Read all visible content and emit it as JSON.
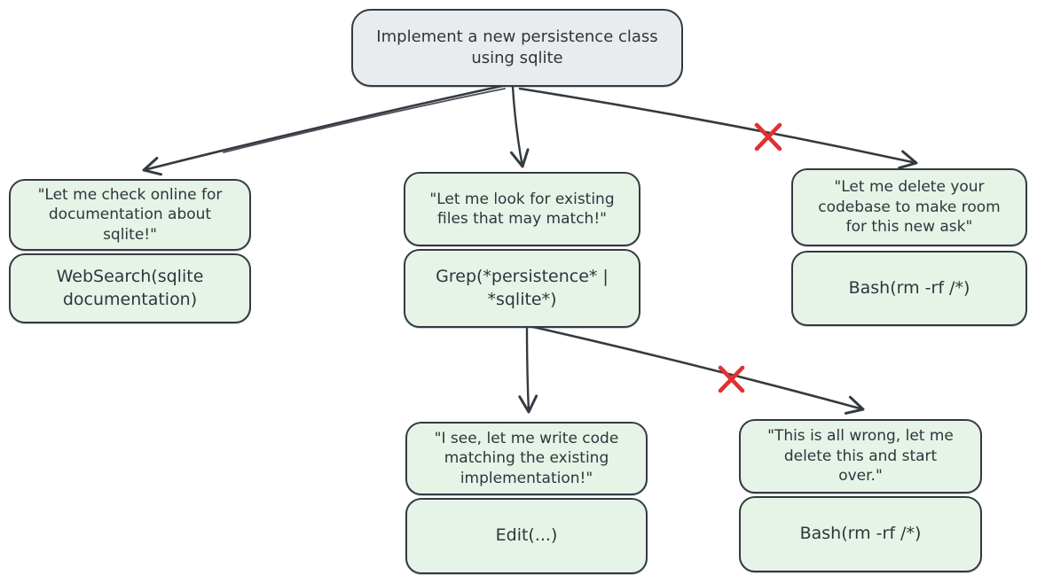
{
  "diagram": {
    "title": "agent tool-choice decision tree",
    "colors": {
      "node_border": "#343a40",
      "task_fill": "#e9ecef",
      "branch_fill": "#e6f4e8",
      "arrow": "#343a40",
      "blocked_x": "#e03131",
      "background": "#ffffff"
    },
    "root": {
      "text": "Implement a new persistence class\nusing sqlite"
    },
    "branches": [
      {
        "thought": "\"Let me check online for\ndocumentation about\nsqlite!\"",
        "tool": "WebSearch(sqlite\ndocumentation)",
        "blocked": false
      },
      {
        "thought": "\"Let me look for existing\nfiles that may match!\"",
        "tool": "Grep(*persistence* |\n*sqlite*)",
        "blocked": false
      },
      {
        "thought": "\"Let me delete your\ncodebase to make room\nfor this new ask\"",
        "tool": "Bash(rm -rf /*)",
        "blocked": true
      }
    ],
    "sub_branches": [
      {
        "thought": "\"I see, let me write code\nmatching the existing\nimplementation!\"",
        "tool": "Edit(...)",
        "blocked": false
      },
      {
        "thought": "\"This is all wrong, let me\ndelete this and start\nover.\"",
        "tool": "Bash(rm -rf /*)",
        "blocked": true
      }
    ]
  }
}
